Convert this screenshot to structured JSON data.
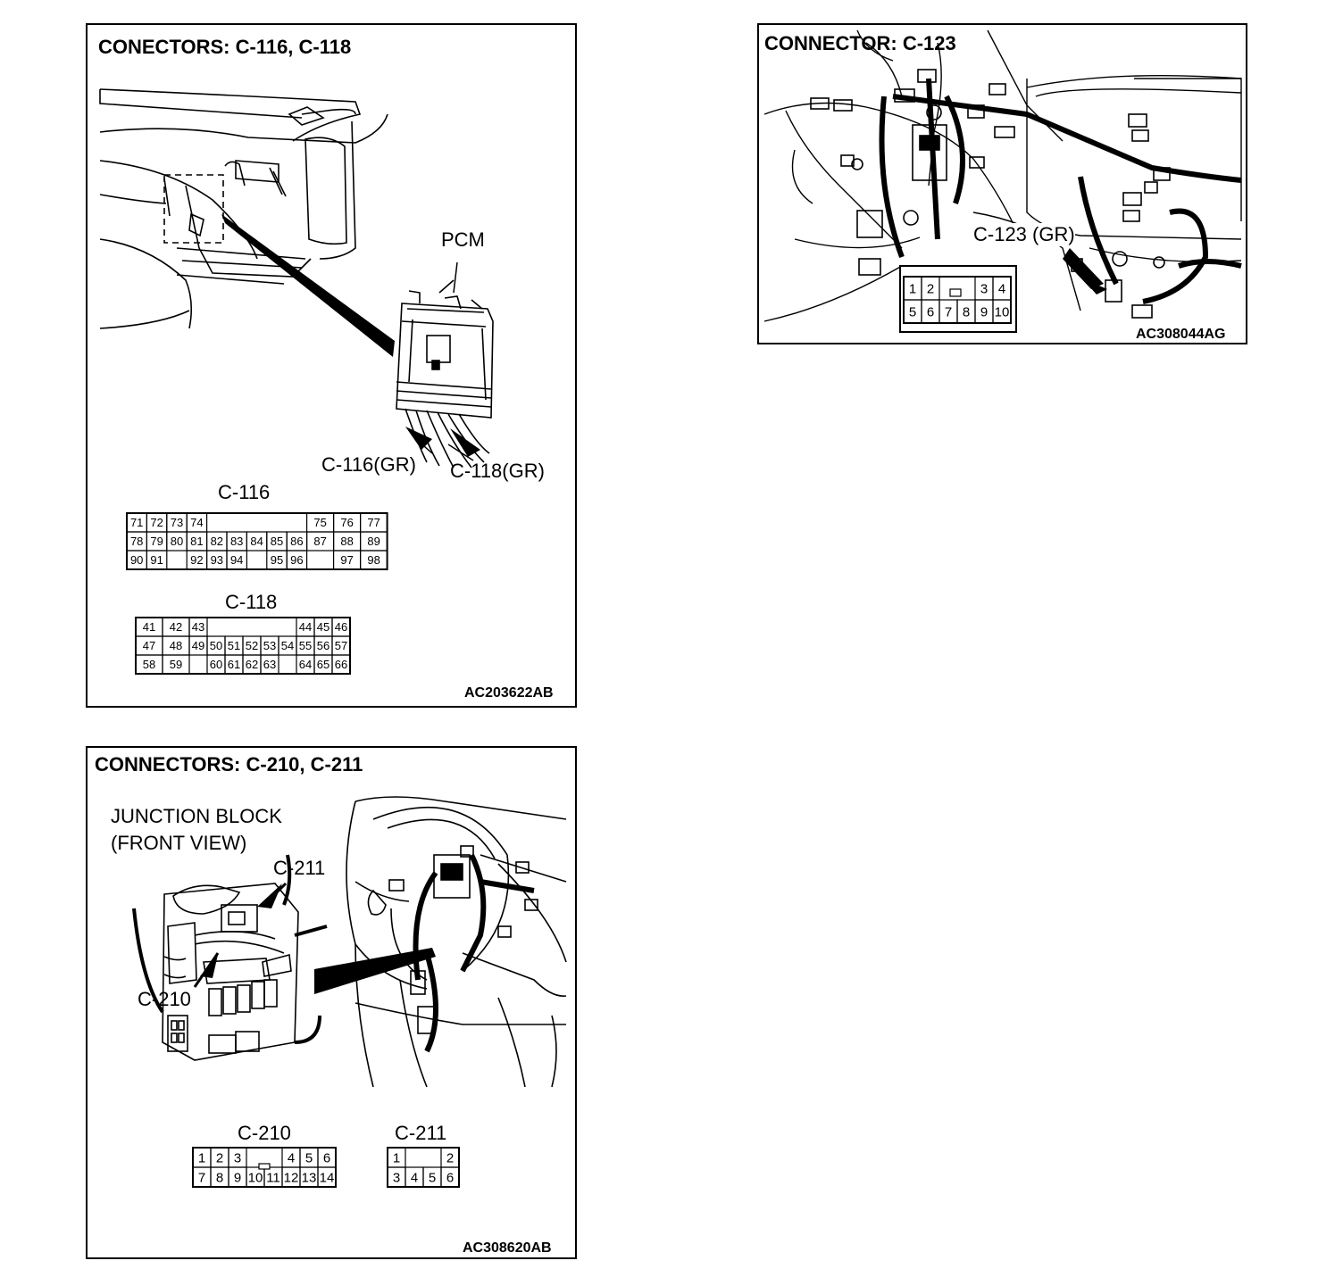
{
  "panel1": {
    "title": "CONECTORS: C-116, C-118",
    "pcm_label": "PCM",
    "c116_callout": "C-116(GR)",
    "c118_callout": "C-118(GR)",
    "c116_label": "C-116",
    "c118_label": "C-118",
    "c116_rows": [
      [
        "71",
        "72",
        "73",
        "74",
        "",
        "75",
        "76",
        "77"
      ],
      [
        "78",
        "79",
        "80",
        "81",
        "82",
        "83",
        "84",
        "85",
        "86",
        "87",
        "88",
        "89"
      ],
      [
        "90",
        "91",
        "",
        "92",
        "93",
        "94",
        "",
        "95",
        "96",
        "",
        "97",
        "98"
      ]
    ],
    "c118_rows": [
      [
        "41",
        "42",
        "43",
        "",
        "44",
        "45",
        "46"
      ],
      [
        "47",
        "48",
        "49",
        "50",
        "51",
        "52",
        "53",
        "54",
        "55",
        "56",
        "57"
      ],
      [
        "58",
        "59",
        "",
        "60",
        "61",
        "62",
        "63",
        "",
        "64",
        "65",
        "66"
      ]
    ],
    "code": "AC203622AB"
  },
  "panel2": {
    "title": "CONNECTOR: C-123",
    "callout": "C-123 (GR)",
    "rows": [
      [
        "1",
        "2",
        "",
        "3",
        "4"
      ],
      [
        "5",
        "6",
        "7",
        "8",
        "9",
        "10"
      ]
    ],
    "code": "AC308044AG"
  },
  "panel3": {
    "title": "CONNECTORS: C-210, C-211",
    "jb_line1": "JUNCTION BLOCK",
    "jb_line2": "(FRONT VIEW)",
    "c211_callout": "C-211",
    "c210_callout": "C-210",
    "c210_label": "C-210",
    "c211_label": "C-211",
    "c210_rows": [
      [
        "1",
        "2",
        "3",
        "",
        "4",
        "5",
        "6"
      ],
      [
        "7",
        "8",
        "9",
        "10",
        "11",
        "12",
        "13",
        "14"
      ]
    ],
    "c211_rows": [
      [
        "1",
        "",
        "2"
      ],
      [
        "3",
        "4",
        "5",
        "6"
      ]
    ],
    "code": "AC308620AB"
  }
}
